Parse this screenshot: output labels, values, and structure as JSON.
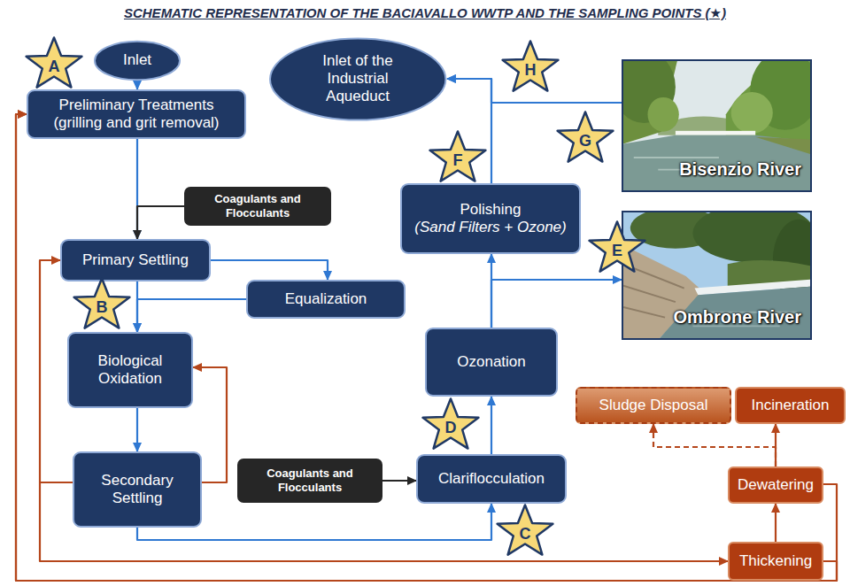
{
  "diagram": {
    "title": "SCHEMATIC REPRESENTATION OF THE BACIAVALLO WWTP AND THE SAMPLING POINTS (★)",
    "nodes": [
      {
        "text": [
          "A"
        ]
      },
      {
        "text": [
          "Inlet"
        ]
      },
      {
        "text": [
          "H"
        ]
      },
      {
        "text": [
          "Inlet of the Industrial Aqueduct"
        ]
      },
      {
        "text": [
          "G"
        ]
      },
      {
        "text": [
          "Bisenzio River"
        ]
      },
      {
        "text": [
          "Preliminary Treatments",
          "(grilling and grit removal)"
        ]
      },
      {
        "text": [
          "F"
        ]
      },
      {
        "text": [
          "Coagulants and Flocculants"
        ]
      },
      {
        "text": [
          "Polishing",
          "(Sand Filters + Ozone)"
        ]
      },
      {
        "text": [
          "Ombrone River"
        ]
      },
      {
        "text": [
          "E"
        ]
      },
      {
        "text": [
          "Primary Settling"
        ]
      },
      {
        "text": [
          "Equalization"
        ]
      },
      {
        "text": [
          "B"
        ]
      },
      {
        "text": [
          "Biological Oxidation"
        ]
      },
      {
        "text": [
          "Ozonation"
        ]
      },
      {
        "text": [
          "Sludge Disposal"
        ]
      },
      {
        "text": [
          "Incineration"
        ]
      },
      {
        "text": [
          "D"
        ]
      },
      {
        "text": [
          "Secondary Settling"
        ]
      },
      {
        "text": [
          "Coagulants and Flocculants"
        ]
      },
      {
        "text": [
          "Clariflocculation"
        ]
      },
      {
        "text": [
          "Dewatering"
        ]
      },
      {
        "text": [
          "C"
        ]
      },
      {
        "text": [
          "Thickening"
        ]
      }
    ],
    "edges": [
      {
        "from": 1,
        "to": 6,
        "arrow": "to"
      },
      {
        "from": 6,
        "to": 12,
        "arrow": "to"
      },
      {
        "from": 8,
        "to": 12,
        "arrow": "to"
      },
      {
        "from": 12,
        "to": 13,
        "arrow": "to"
      },
      {
        "from": 12,
        "to": 15,
        "arrow": "to"
      },
      {
        "from": 13,
        "to": 15,
        "arrow": "to"
      },
      {
        "from": 15,
        "to": 20,
        "arrow": "to"
      },
      {
        "from": 20,
        "to": 15,
        "arrow": "to"
      },
      {
        "from": 20,
        "to": 22,
        "arrow": "to"
      },
      {
        "from": 21,
        "to": 22,
        "arrow": "to"
      },
      {
        "from": 22,
        "to": 16,
        "arrow": "to"
      },
      {
        "from": 16,
        "to": 9,
        "arrow": "to"
      },
      {
        "from": 16,
        "to": 10,
        "arrow": "to"
      },
      {
        "from": 9,
        "to": 3,
        "arrow": "to"
      },
      {
        "from": 5,
        "to": 3,
        "arrow": "to"
      },
      {
        "from": 20,
        "to": 12,
        "arrow": "to"
      },
      {
        "from": 20,
        "to": 25,
        "arrow": "to"
      },
      {
        "from": 25,
        "to": 23,
        "arrow": "to"
      },
      {
        "from": 23,
        "to": 18,
        "arrow": "to"
      },
      {
        "from": 23,
        "to": 17,
        "arrow": "to"
      },
      {
        "from": 23,
        "to": 6,
        "arrow": "to"
      },
      {
        "from": 25,
        "to": 6,
        "arrow": "to"
      }
    ]
  }
}
